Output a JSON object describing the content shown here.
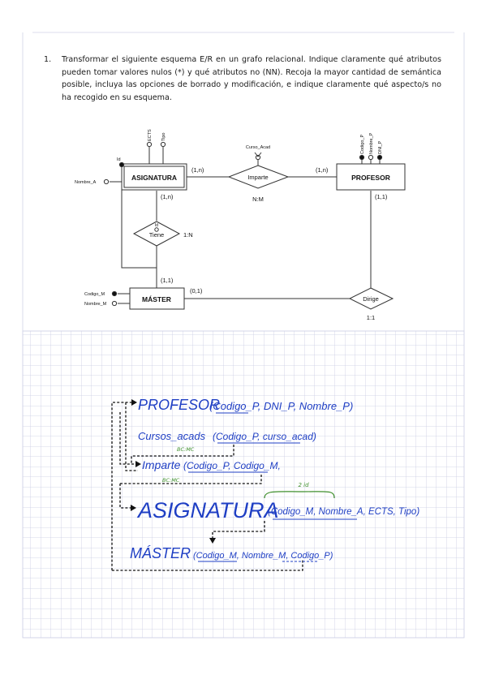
{
  "question": {
    "number": "1.",
    "text": "Transformar el siguiente esquema E/R en un grafo relacional. Indique claramente qué atributos pueden tomar valores nulos (*) y qué atributos no (NN). Recoja la mayor cantidad de semántica posible, incluya las opciones de borrado y modificación, e indique claramente qué aspecto/s no ha recogido en su esquema."
  },
  "er_diagram": {
    "entities": {
      "asignatura": "ASIGNATURA",
      "profesor": "PROFESOR",
      "master": "MÁSTER"
    },
    "relationships": {
      "imparte": "Imparte",
      "tiene": "Tiene",
      "dirige": "Dirige"
    },
    "attributes": {
      "ects": "ECTS",
      "tipo": "Tipo",
      "id_asig": "Id",
      "nombre_a": "Nombre_A",
      "curso_acad": "Curso_Acad",
      "codigo_p": "Codigo_P",
      "nombre_p": "Nombre_P",
      "dni_p": "DNI_P",
      "id_tiene": "Id",
      "codigo_m": "Codigo_M",
      "nombre_m": "Nombre_M"
    },
    "cardinalities": {
      "asig_imparte": "(1,n)",
      "prof_imparte": "(1,n)",
      "asig_tiene": "(1,n)",
      "master_tiene": "(1,1)",
      "prof_dirige": "(1,1)",
      "master_dirige": "(0,1)"
    },
    "ratios": {
      "imparte": "N:M",
      "tiene": "1:N",
      "dirige": "1:1"
    }
  },
  "handwritten": {
    "profesor": {
      "name": "PROFESOR",
      "attrs": "(Codigo_P, DNI_P, Nombre_P)"
    },
    "cursos": {
      "name": "Cursos_acads",
      "attrs": "(Codigo_P, curso_acad)"
    },
    "imparte": {
      "name": "Imparte",
      "attrs": "(Codigo_P, Codigo_M,"
    },
    "asignatura": {
      "name": "ASIGNATURA",
      "attrs": "(Codigo_M, Nombre_A, ECTS, Tipo)"
    },
    "master": {
      "name": "MÁSTER",
      "attrs": "(Codigo_M, Nombre_M, Codigo_P)"
    },
    "notes": {
      "n1": "BC:MC",
      "n2": "BC:MC",
      "n3": "2 id"
    }
  },
  "colors": {
    "ink_blue": "#1f3fc4",
    "ink_green": "#3f8f2c",
    "grid": "#c9cce3"
  }
}
